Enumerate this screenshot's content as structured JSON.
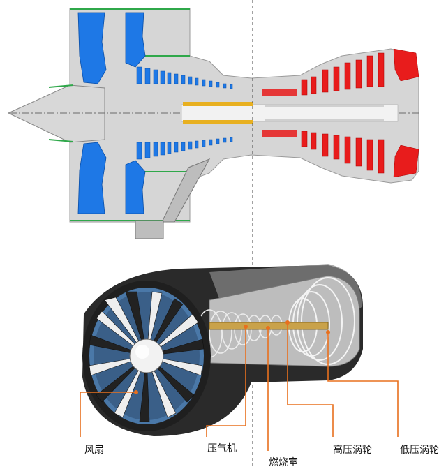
{
  "labels": {
    "fan": "风扇",
    "compressor": "压气机",
    "combustor": "燃烧室",
    "hp_turbine": "高压涡轮",
    "lp_turbine": "低压涡轮"
  },
  "colors": {
    "fan_compressor": "#1e78e6",
    "turbine": "#e81c1c",
    "shaft": "#e8b020",
    "casing": "#d4d4d4",
    "leader_line": "#e8701e",
    "bypass_duct": "#2fa84a"
  }
}
